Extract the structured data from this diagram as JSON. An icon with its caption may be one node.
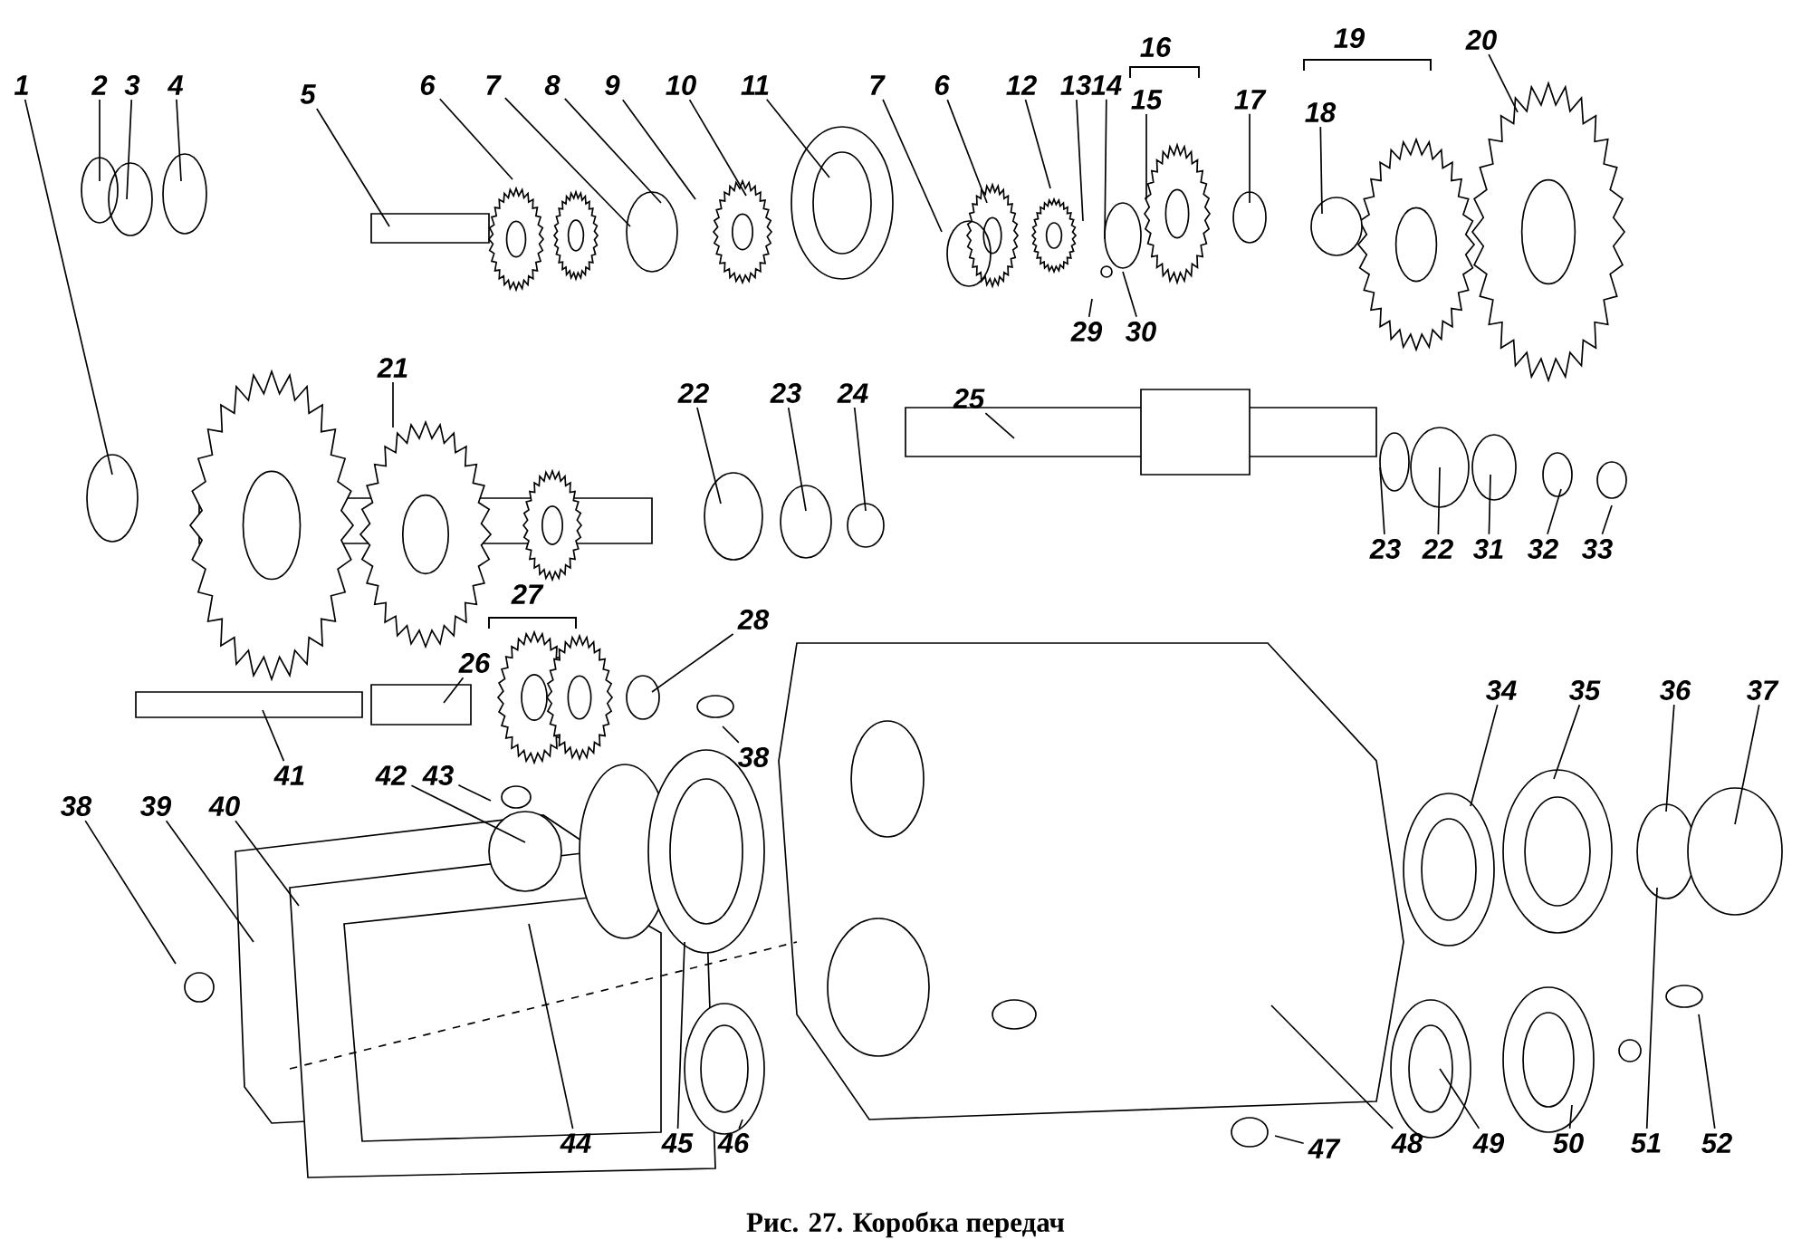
{
  "diagram": {
    "caption": "Рис. 27. Коробка передач",
    "nodes": [
      {
        "text": [
          "1"
        ]
      },
      {
        "text": [
          "2"
        ]
      },
      {
        "text": [
          "3"
        ]
      },
      {
        "text": [
          "4"
        ]
      },
      {
        "text": [
          "5"
        ]
      },
      {
        "text": [
          "6"
        ]
      },
      {
        "text": [
          "7"
        ]
      },
      {
        "text": [
          "8"
        ]
      },
      {
        "text": [
          "9"
        ]
      },
      {
        "text": [
          "10"
        ]
      },
      {
        "text": [
          "11"
        ]
      },
      {
        "text": [
          "7"
        ]
      },
      {
        "text": [
          "6"
        ]
      },
      {
        "text": [
          "12"
        ]
      },
      {
        "text": [
          "13"
        ]
      },
      {
        "text": [
          "14"
        ]
      },
      {
        "text": [
          "16"
        ]
      },
      {
        "text": [
          "15"
        ]
      },
      {
        "text": [
          "17"
        ]
      },
      {
        "text": [
          "19"
        ]
      },
      {
        "text": [
          "18"
        ]
      },
      {
        "text": [
          "20"
        ]
      },
      {
        "text": [
          "29"
        ]
      },
      {
        "text": [
          "30"
        ]
      },
      {
        "text": [
          "21"
        ]
      },
      {
        "text": [
          "22"
        ]
      },
      {
        "text": [
          "23"
        ]
      },
      {
        "text": [
          "24"
        ]
      },
      {
        "text": [
          "25"
        ]
      },
      {
        "text": [
          "23"
        ]
      },
      {
        "text": [
          "22"
        ]
      },
      {
        "text": [
          "31"
        ]
      },
      {
        "text": [
          "32"
        ]
      },
      {
        "text": [
          "33"
        ]
      },
      {
        "text": [
          "27"
        ]
      },
      {
        "text": [
          "28"
        ]
      },
      {
        "text": [
          "26"
        ]
      },
      {
        "text": [
          "41"
        ]
      },
      {
        "text": [
          "42"
        ]
      },
      {
        "text": [
          "43"
        ]
      },
      {
        "text": [
          "38"
        ]
      },
      {
        "text": [
          "38"
        ]
      },
      {
        "text": [
          "39"
        ]
      },
      {
        "text": [
          "40"
        ]
      },
      {
        "text": [
          "34"
        ]
      },
      {
        "text": [
          "35"
        ]
      },
      {
        "text": [
          "36"
        ]
      },
      {
        "text": [
          "37"
        ]
      },
      {
        "text": [
          "44"
        ]
      },
      {
        "text": [
          "45"
        ]
      },
      {
        "text": [
          "46"
        ]
      },
      {
        "text": [
          "47"
        ]
      },
      {
        "text": [
          "48"
        ]
      },
      {
        "text": [
          "49"
        ]
      },
      {
        "text": [
          "50"
        ]
      },
      {
        "text": [
          "51"
        ]
      },
      {
        "text": [
          "52"
        ]
      }
    ],
    "edges": [
      {
        "from": 0,
        "to": null,
        "arrow": "none"
      },
      {
        "from": 1,
        "to": null,
        "arrow": "none"
      },
      {
        "from": 2,
        "to": null,
        "arrow": "none"
      },
      {
        "from": 3,
        "to": null,
        "arrow": "none"
      },
      {
        "from": 4,
        "to": null,
        "arrow": "none"
      },
      {
        "from": 5,
        "to": null,
        "arrow": "none"
      },
      {
        "from": 6,
        "to": null,
        "arrow": "none"
      },
      {
        "from": 7,
        "to": null,
        "arrow": "none"
      },
      {
        "from": 8,
        "to": null,
        "arrow": "none"
      },
      {
        "from": 9,
        "to": null,
        "arrow": "none"
      },
      {
        "from": 10,
        "to": null,
        "arrow": "none"
      },
      {
        "from": 11,
        "to": null,
        "arrow": "none"
      },
      {
        "from": 12,
        "to": null,
        "arrow": "none"
      },
      {
        "from": 13,
        "to": null,
        "arrow": "none"
      },
      {
        "from": 14,
        "to": null,
        "arrow": "none"
      },
      {
        "from": 15,
        "to": null,
        "arrow": "none"
      },
      {
        "from": 17,
        "to": null,
        "arrow": "none"
      },
      {
        "from": 18,
        "to": null,
        "arrow": "none"
      },
      {
        "from": 20,
        "to": null,
        "arrow": "none"
      },
      {
        "from": 21,
        "to": null,
        "arrow": "none"
      },
      {
        "from": 22,
        "to": null,
        "arrow": "none"
      },
      {
        "from": 23,
        "to": null,
        "arrow": "none"
      },
      {
        "from": 24,
        "to": null,
        "arrow": "none"
      },
      {
        "from": 25,
        "to": null,
        "arrow": "none"
      },
      {
        "from": 26,
        "to": null,
        "arrow": "none"
      },
      {
        "from": 27,
        "to": null,
        "arrow": "none"
      },
      {
        "from": 28,
        "to": null,
        "arrow": "none"
      },
      {
        "from": 29,
        "to": null,
        "arrow": "none"
      },
      {
        "from": 30,
        "to": null,
        "arrow": "none"
      },
      {
        "from": 31,
        "to": null,
        "arrow": "none"
      },
      {
        "from": 32,
        "to": null,
        "arrow": "none"
      },
      {
        "from": 33,
        "to": null,
        "arrow": "none"
      },
      {
        "from": 35,
        "to": null,
        "arrow": "none"
      },
      {
        "from": 36,
        "to": null,
        "arrow": "none"
      },
      {
        "from": 37,
        "to": null,
        "arrow": "none"
      },
      {
        "from": 38,
        "to": null,
        "arrow": "none"
      },
      {
        "from": 39,
        "to": null,
        "arrow": "none"
      },
      {
        "from": 40,
        "to": null,
        "arrow": "none"
      },
      {
        "from": 41,
        "to": null,
        "arrow": "none"
      },
      {
        "from": 42,
        "to": null,
        "arrow": "none"
      },
      {
        "from": 43,
        "to": null,
        "arrow": "none"
      },
      {
        "from": 44,
        "to": null,
        "arrow": "none"
      },
      {
        "from": 45,
        "to": null,
        "arrow": "none"
      },
      {
        "from": 46,
        "to": null,
        "arrow": "none"
      },
      {
        "from": 47,
        "to": null,
        "arrow": "none"
      },
      {
        "from": 48,
        "to": null,
        "arrow": "none"
      },
      {
        "from": 49,
        "to": null,
        "arrow": "none"
      },
      {
        "from": 50,
        "to": null,
        "arrow": "none"
      },
      {
        "from": 51,
        "to": null,
        "arrow": "none"
      },
      {
        "from": 52,
        "to": null,
        "arrow": "none"
      },
      {
        "from": 53,
        "to": null,
        "arrow": "none"
      },
      {
        "from": 54,
        "to": null,
        "arrow": "none"
      },
      {
        "from": 55,
        "to": null,
        "arrow": "none"
      },
      {
        "from": 56,
        "to": null,
        "arrow": "none"
      }
    ]
  }
}
